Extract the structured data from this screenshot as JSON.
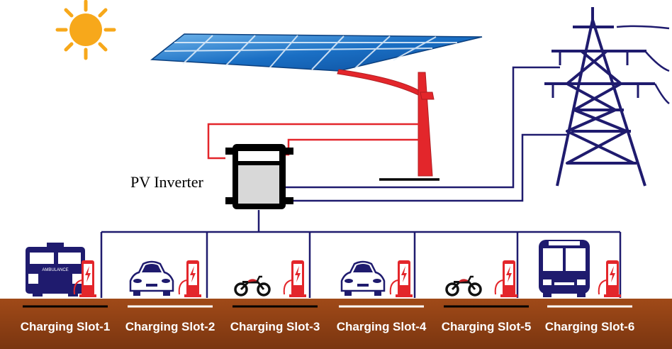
{
  "diagram": {
    "inverter_label": "PV Inverter",
    "vehicle_text": "AMBULANCE",
    "slots": [
      {
        "label": "Charging Slot-1",
        "vehicle": "ambulance-icon",
        "underline": "black"
      },
      {
        "label": "Charging Slot-2",
        "vehicle": "car-icon",
        "underline": "white"
      },
      {
        "label": "Charging Slot-3",
        "vehicle": "motorcycle-icon",
        "underline": "black"
      },
      {
        "label": "Charging Slot-4",
        "vehicle": "car-icon",
        "underline": "white"
      },
      {
        "label": "Charging Slot-5",
        "vehicle": "motorcycle-icon",
        "underline": "black"
      },
      {
        "label": "Charging Slot-6",
        "vehicle": "bus-icon",
        "underline": "white"
      }
    ],
    "colors": {
      "bus_line": "#1f1b6e",
      "pv_line": "#e3262b",
      "ground": "#8b3d12",
      "sun": "#f7a81b",
      "panel": "#1976c8",
      "charger": "#e3262b"
    }
  }
}
